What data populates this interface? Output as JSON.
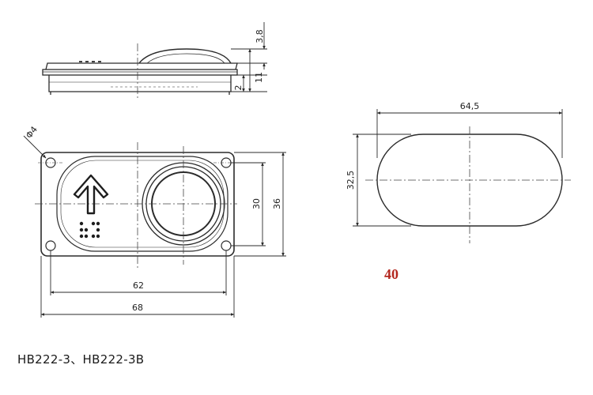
{
  "dimensions": {
    "top_height": "3,8",
    "side_height": "11",
    "base_height": "2",
    "hole_diameter": "Φ4",
    "inner_height": "30",
    "outer_height": "36",
    "inner_width": "62",
    "outer_width": "68",
    "cap_width": "64,5",
    "cap_height": "32,5"
  },
  "caption": "HB222-3、HB222-3B",
  "page_number": "40",
  "colors": {
    "line": "#2b2b2b",
    "center_line": "#444444",
    "mark": "#b3261e"
  },
  "icons": {
    "direction": "up-arrow-icon",
    "braille": "braille-icon"
  }
}
